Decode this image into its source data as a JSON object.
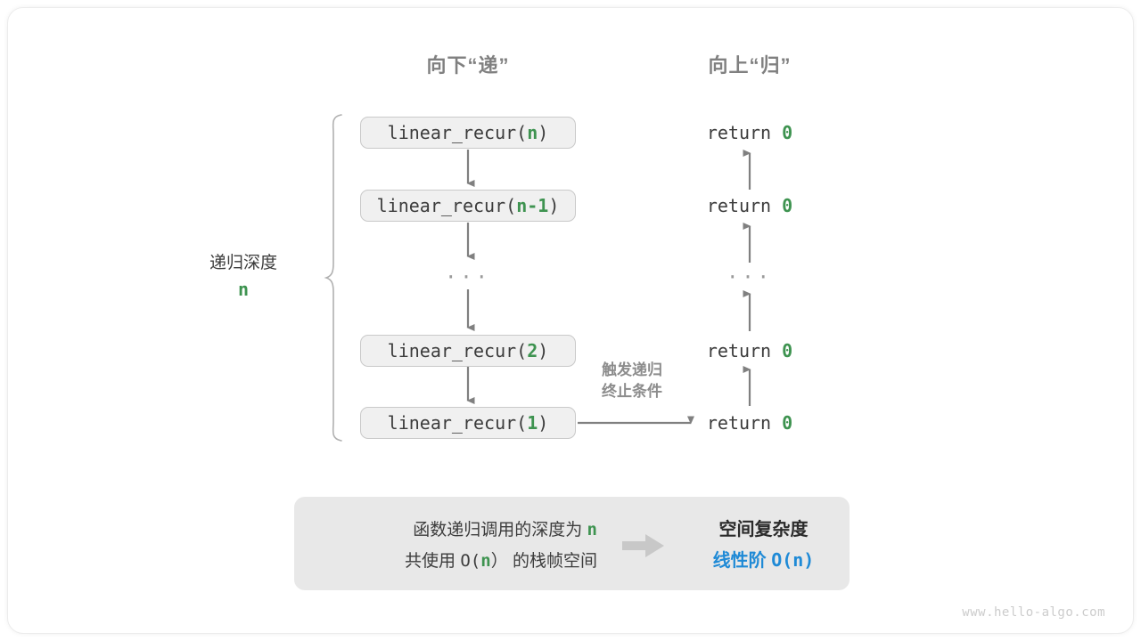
{
  "diagram": {
    "headers": {
      "down": "向下“递”",
      "up": "向上“归”"
    },
    "depth_label": {
      "text": "递归深度",
      "variable": "n"
    },
    "trigger_note": {
      "line1": "触发递归",
      "line2": "终止条件"
    },
    "calls": [
      {
        "prefix": "linear_recur(",
        "arg": "n",
        "suffix": ")"
      },
      {
        "prefix": "linear_recur(",
        "arg": "n-1",
        "suffix": ")"
      },
      {
        "prefix": "linear_recur(",
        "arg": "2",
        "suffix": ")"
      },
      {
        "prefix": "linear_recur(",
        "arg": "1",
        "suffix": ")"
      }
    ],
    "call_ellipsis": "···",
    "returns": [
      {
        "keyword": "return",
        "value": "0"
      },
      {
        "keyword": "return",
        "value": "0"
      },
      {
        "keyword": "return",
        "value": "0"
      },
      {
        "keyword": "return",
        "value": "0"
      }
    ],
    "return_ellipsis": "···"
  },
  "summary": {
    "left_line1_a": "函数递归调用的深度为",
    "left_line1_n": "n",
    "left_line2_a": "共使用",
    "left_line2_o": "O(",
    "left_line2_n": "n",
    "left_line2_c": "）",
    "left_line2_b": "的栈帧空间",
    "right_title": "空间复杂度",
    "right_value_zh": "线性阶",
    "right_value_mono": "O(n)"
  },
  "watermark": "www.hello-algo.com",
  "colors": {
    "green": "#3e9350",
    "blue": "#1f8ad6",
    "gray_text": "#3c3c3c",
    "header_gray": "#808080",
    "box_fill": "#f0f0f0",
    "box_border": "#c9c9c9",
    "panel_fill": "#e8e8e8",
    "arrow_gray": "#808080"
  }
}
